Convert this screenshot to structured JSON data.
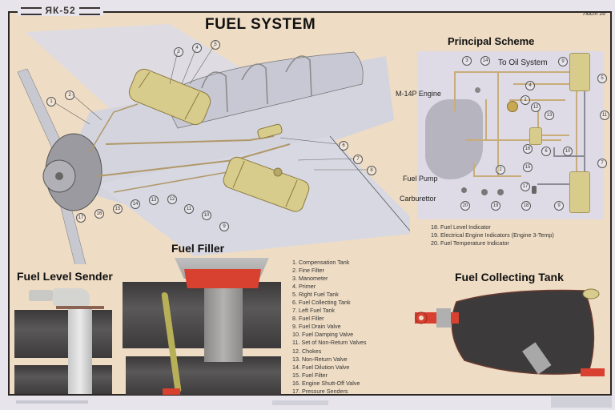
{
  "header": {
    "brand": "ЯК-52",
    "title": "FUEL SYSTEM",
    "sheet": "Лист 16"
  },
  "sections": {
    "principal_scheme": "Principal Scheme",
    "fuel_filler": "Fuel Filler",
    "fuel_level_sender": "Fuel Level Sender",
    "fuel_collecting_tank": "Fuel Collecting Tank"
  },
  "scheme_labels": {
    "to_oil_system": "To Oil System",
    "engine": "M-14P Engine",
    "fuel_pump": "Fuel Pump",
    "carburettor": "Carburettor"
  },
  "scheme_callouts": [
    "3",
    "14",
    "9",
    "5",
    "4",
    "1",
    "12",
    "13",
    "11",
    "6",
    "10",
    "16",
    "15",
    "2",
    "7",
    "17",
    "18",
    "19",
    "20",
    "9"
  ],
  "aircraft_callouts": [
    "1",
    "2",
    "3",
    "4",
    "5",
    "6",
    "7",
    "8",
    "9",
    "10",
    "11",
    "12",
    "13",
    "14",
    "15",
    "16",
    "17"
  ],
  "legend": [
    "1. Compensation Tank",
    "2. Fine Filter",
    "3. Manometer",
    "4. Primer",
    "5. Right Fuel Tank",
    "6. Fuel Collecting Tank",
    "7. Left Fuel Tank",
    "8. Fuel Filler",
    "9. Fuel Drain Valve",
    "10. Fuel Damping Valve",
    "11. Set of Non-Return Valves",
    "12. Chokes",
    "13. Non-Return Valve",
    "14. Fuel Dilution Valve",
    "15. Fuel Filter",
    "16. Engine Shutt-Off Valve",
    "17. Pressure Senders"
  ],
  "legend_extra": [
    "18. Fuel Level Indicator",
    "19. Electrical Engine Indicators (Engine 3-Temp)",
    "20. Fuel Temperature Indicator"
  ],
  "colors": {
    "poster_bg": "#eedcc4",
    "fuel_tank": "#d8cc8c",
    "pipe": "#c8ad78",
    "red_part": "#d84030",
    "dark_tank": "#3a3838"
  }
}
